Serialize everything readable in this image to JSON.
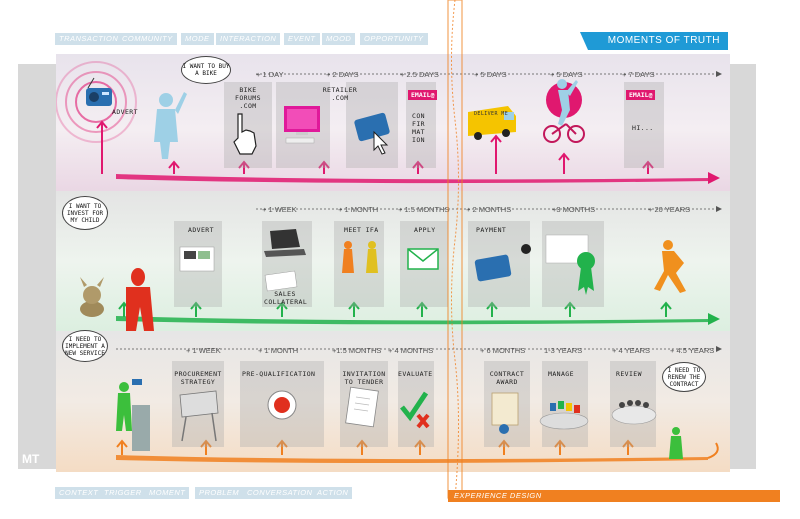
{
  "top_tags": [
    "TRANSACTION",
    "COMMUNITY",
    "MODE",
    "INTERACTION",
    "EVENT",
    "MOOD",
    "OPPORTUNITY"
  ],
  "bottom_tags": [
    "CONTEXT",
    "TRIGGER",
    "MOMENT",
    "PROBLEM",
    "CONVERSATION",
    "ACTION"
  ],
  "banner": "MOMENTS OF TRUTH",
  "footer_bar": "EXPERIENCE DESIGN",
  "corner_logo": "MT",
  "colors": {
    "lane1": "#e0186f",
    "lane2": "#22b24c",
    "lane3": "#f08020",
    "banner": "#1f9ad6",
    "divider": "#f08020"
  },
  "lane1": {
    "bubble": "I WANT TO BUY A BIKE",
    "times": [
      "+ 1 DAY",
      "+ 2 DAYS",
      "+ 2.5 DAYS",
      "+ 5 DAYS",
      "+ 5 DAYS",
      "+ 7 DAYS"
    ],
    "labels": {
      "advert": "ADVERT",
      "forums": "BIKE FORUMS .COM",
      "retailer": "RETAILER .COM",
      "email1": "EMAIL@",
      "confirmation": "CON FIR MAT ION",
      "email2": "EMAIL@",
      "hi": "HI...",
      "van": "DELIVER ME"
    }
  },
  "lane2": {
    "bubble": "I WANT TO INVEST FOR MY CHILD",
    "times": [
      "+ 1 WEEK",
      "+ 1 MONTH",
      "+ 1.5 MONTHS",
      "+ 2 MONTHS",
      "+3 MONTHS",
      "+ 20 YEARS"
    ],
    "labels": {
      "advert": "ADVERT",
      "sales": "SALES COLLATERAL",
      "ifa": "MEET IFA",
      "apply": "APPLY",
      "payment": "PAYMENT"
    }
  },
  "lane3": {
    "bubble": "I NEED TO IMPLEMENT A NEW SERVICE",
    "bubble2": "I NEED TO RENEW THE CONTRACT",
    "times": [
      "+ 1 WEEK",
      "+ 1 MONTH",
      "+1.5 MONTHS",
      "+ 4 MONTHS",
      "+ 6 MONTHS",
      "1-3 YEARS",
      "+ 4 YEARS",
      "+ 4.5 YEARS"
    ],
    "labels": {
      "procurement": "PROCUREMENT STRATEGY",
      "prequal": "PRE-QUALIFICATION",
      "itt": "INVITATION TO TENDER",
      "evaluate": "EVALUATE",
      "award": "CONTRACT AWARD",
      "manage": "MANAGE",
      "review": "REVIEW"
    }
  }
}
